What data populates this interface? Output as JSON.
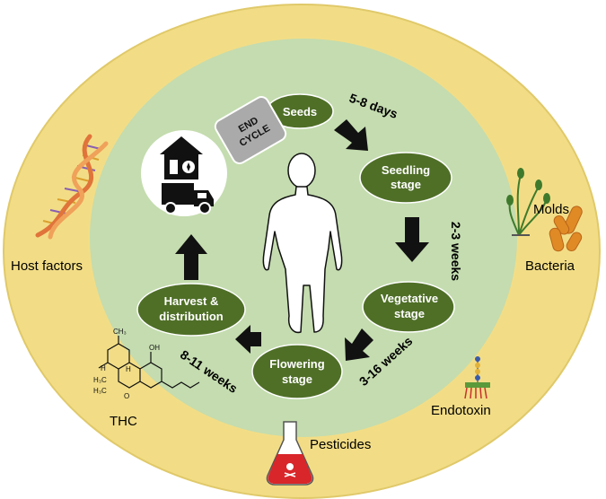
{
  "cycle": {
    "stages": {
      "seeds": "Seeds",
      "seedling_1": "Seedling",
      "seedling_2": "stage",
      "vegetative_1": "Vegetative",
      "vegetative_2": "stage",
      "flowering_1": "Flowering",
      "flowering_2": "stage",
      "harvest_1": "Harvest &",
      "harvest_2": "distribution"
    },
    "durations": {
      "seeds_to_seedling": "5-8 days",
      "seedling_to_vegetative": "2-3 weeks",
      "vegetative_to_flowering": "3-16 weeks",
      "flowering_to_harvest": "8-11 weeks"
    },
    "end_cycle_1": "END",
    "end_cycle_2": "CYCLE"
  },
  "risk_factors": {
    "host_factors": "Host factors",
    "molds": "Molds",
    "bacteria": "Bacteria",
    "endotoxin": "Endotoxin",
    "pesticides": "Pesticides",
    "thc": "THC"
  },
  "thc_structure_labels": {
    "ch3_top": "CH₃",
    "h_left": "H",
    "h_right": "H",
    "oh": "OH",
    "h3c_1": "H₃C",
    "h3c_2": "H₃C",
    "o": "O"
  },
  "colors": {
    "outer_ring": "#f2dd86",
    "inner_circle": "#c4dcaf",
    "stage_oval": "#4f6f27",
    "arrow": "#111111",
    "end_box": "#aaaaaa"
  }
}
